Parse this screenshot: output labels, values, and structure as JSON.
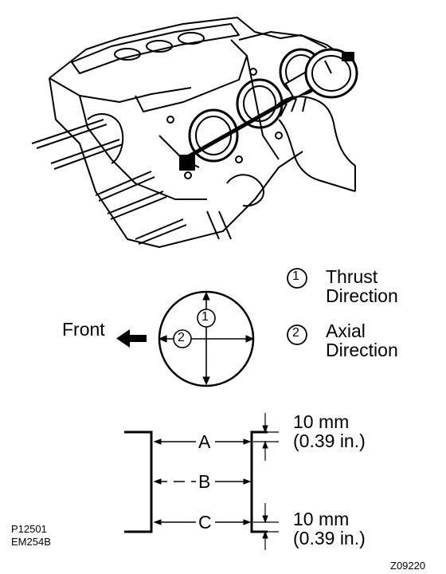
{
  "legend": {
    "item1": {
      "num": "1",
      "line1": "Thrust",
      "line2": "Direction"
    },
    "item2": {
      "num": "2",
      "line1": "Axial",
      "line2": "Direction"
    }
  },
  "circle": {
    "front": "Front",
    "num1": "1",
    "num2": "2"
  },
  "bore": {
    "positions": [
      "A",
      "B",
      "C"
    ],
    "top_dim": {
      "line1": "10 mm",
      "line2": "(0.39 in.)"
    },
    "bottom_dim": {
      "line1": "10 mm",
      "line2": "(0.39 in.)"
    }
  },
  "codes": {
    "ref1": "P12501",
    "ref2": "EM254B",
    "figure": "Z09220"
  }
}
